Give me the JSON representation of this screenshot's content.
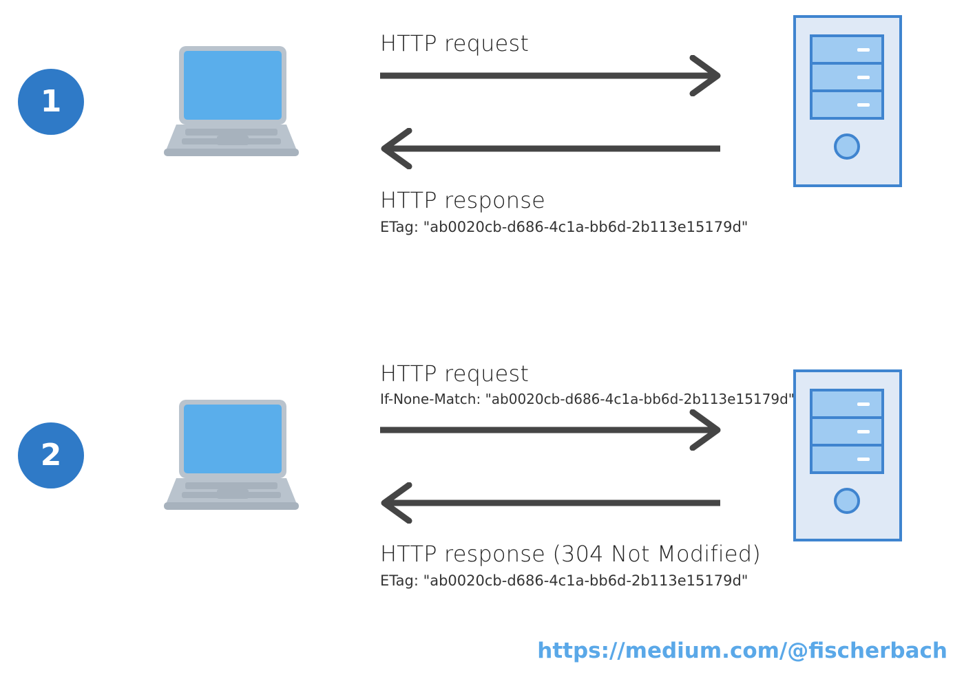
{
  "steps": [
    {
      "number": "1",
      "request_title": "HTTP request",
      "response_title": "HTTP response",
      "response_detail": "ETag: \"ab0020cb-d686-4c1a-bb6d-2b113e15179d\""
    },
    {
      "number": "2",
      "request_title": "HTTP request",
      "request_detail": "If-None-Match: \"ab0020cb-d686-4c1a-bb6d-2b113e15179d\"",
      "response_title": "HTTP response (304 Not Modified)",
      "response_detail": "ETag: \"ab0020cb-d686-4c1a-bb6d-2b113e15179d\""
    }
  ],
  "credit": "https://medium.com/@fischerbach",
  "icons": {
    "client": "laptop-icon",
    "server": "server-icon"
  },
  "colors": {
    "badge": "#2f7ac7",
    "arrow": "#454545",
    "screen": "#5aaeeb",
    "server_border": "#3f84cf",
    "credit": "#5aa8e8"
  }
}
